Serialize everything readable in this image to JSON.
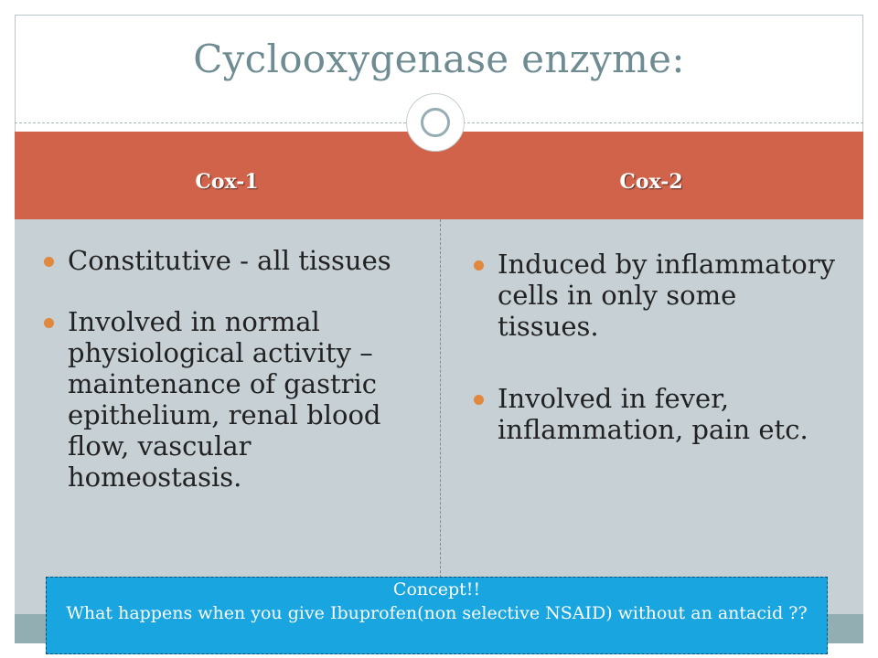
{
  "slide": {
    "title": "Cyclooxygenase enzyme:",
    "columns": [
      {
        "heading": "Cox-1",
        "bullets": [
          "Constitutive - all tissues",
          "Involved in normal physiological activity – maintenance of gastric epithelium, renal blood flow, vascular homeostasis."
        ]
      },
      {
        "heading": "Cox-2",
        "bullets": [
          "Induced by inflammatory cells in only some tissues.",
          "Involved in fever, inflammation, pain etc."
        ]
      }
    ],
    "callout": {
      "line1": "Concept!!",
      "line2": "What happens when you give Ibuprofen(non selective NSAID) without an antacid ??"
    },
    "colors": {
      "header_bg": "#d0634a",
      "body_bg": "#c6d0d5",
      "title_color": "#6f8c93",
      "bullet_color": "#e0883d",
      "callout_bg": "#18a5e0",
      "strip_color": "#93aeb3"
    }
  }
}
